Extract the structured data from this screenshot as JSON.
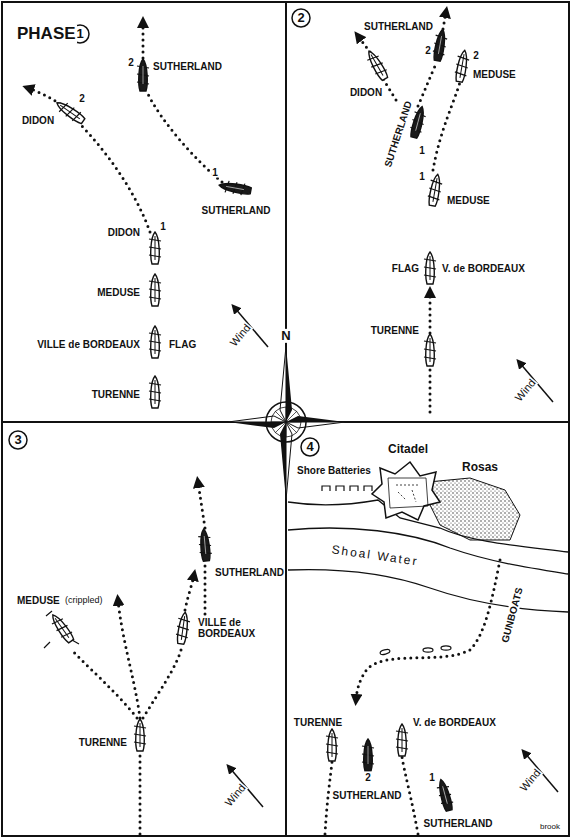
{
  "diagram": {
    "labels": [
      "PHASE",
      "1",
      "2",
      "DIDON",
      "2",
      "SUTHERLAND",
      "DIDON",
      "1",
      "1",
      "SUTHERLAND",
      "MEDUSE",
      "VILLE de BORDEAUX",
      "FLAG",
      "TURENNE",
      "Wind",
      "N",
      "2",
      "DIDON",
      "SUTHERLAND",
      "2",
      "2",
      "MEDUSE",
      "SUTHERLAND",
      "1",
      "1",
      "MEDUSE",
      "FLAG",
      "V. de BORDEAUX",
      "TURENNE",
      "Wind",
      "3",
      "MEDUSE",
      "(crippled)",
      "SUTHERLAND",
      "VILLE de BORDEAUX",
      "TURENNE",
      "Wind",
      "4",
      "Citadel",
      "Shore Batteries",
      "Rosas",
      "Shoal Water",
      "GUNBOATS",
      "TURENNE",
      "V. de BORDEAUX",
      "SUTHERLAND",
      "2",
      "SUTHERLAND",
      "1",
      "Wind",
      "brook"
    ]
  }
}
